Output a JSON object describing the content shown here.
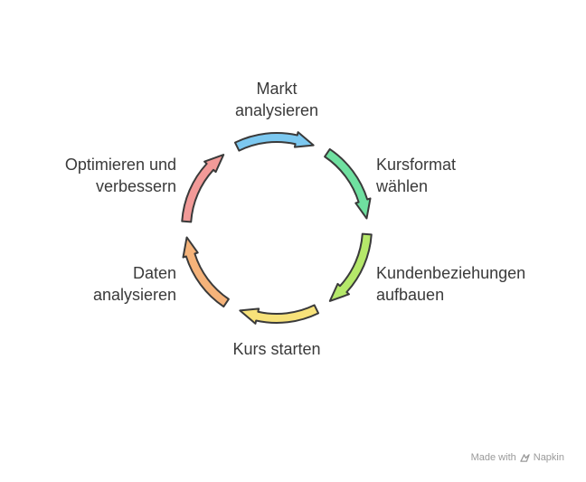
{
  "diagram": {
    "steps": [
      {
        "lines": [
          "Markt",
          "analysieren"
        ],
        "color": "#7cc8f0"
      },
      {
        "lines": [
          "Kursformat",
          "wählen"
        ],
        "color": "#6fe0a0"
      },
      {
        "lines": [
          "Kundenbeziehungen",
          "aufbauen"
        ],
        "color": "#b5e86a"
      },
      {
        "lines": [
          "Kurs starten"
        ],
        "color": "#f7e27a"
      },
      {
        "lines": [
          "Daten",
          "analysieren"
        ],
        "color": "#f5b37a"
      },
      {
        "lines": [
          "Optimieren und",
          "verbessern"
        ],
        "color": "#f29a98"
      }
    ]
  },
  "footer": {
    "made_with": "Made with",
    "brand": "Napkin",
    "brand_icon": "napkin-logo-icon"
  }
}
